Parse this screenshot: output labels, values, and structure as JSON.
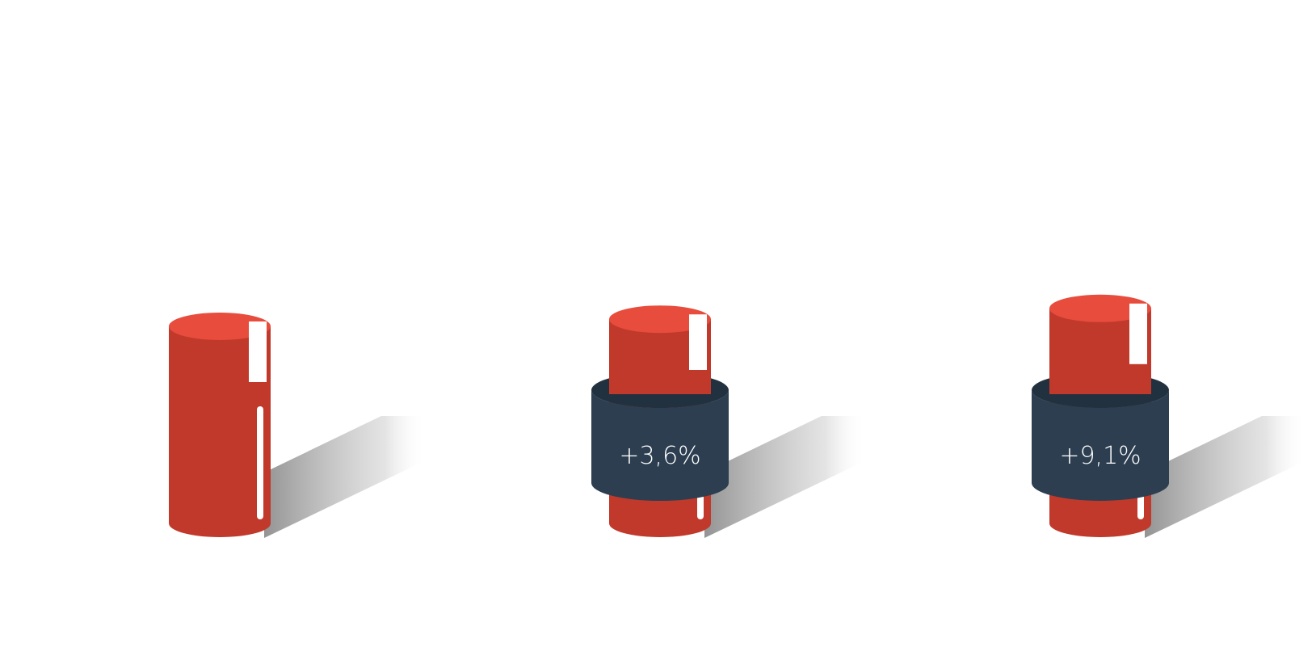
{
  "chart_data": {
    "type": "bar",
    "style": "3d-cylinder",
    "categories": [
      "",
      "",
      ""
    ],
    "values": [
      100,
      103.6,
      109.1
    ],
    "annotations": [
      "",
      "+3,6%",
      "+9,1%"
    ],
    "ylim": [
      0,
      120
    ],
    "grid": false,
    "legend": "none",
    "colors": {
      "cylinder_body": "#c0392b",
      "cylinder_top": "#e74c3c",
      "band": "#2c3e50",
      "band_inner": "#22313f",
      "shadow": "#9a9a9a",
      "annotation_text": "#ffffff"
    }
  }
}
